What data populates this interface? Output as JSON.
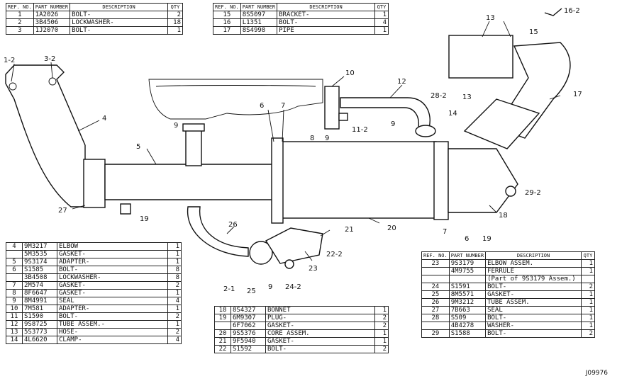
{
  "table_a": {
    "headers": [
      "REF. NO.",
      "PART NUMBER",
      "DESCRIPTION",
      "QTY"
    ],
    "rows": [
      {
        "ref": "1",
        "part": "1A2026",
        "desc": "BOLT-",
        "qty": "2"
      },
      {
        "ref": "2",
        "part": "3B4506",
        "desc": "LOCKWASHER-",
        "qty": "18"
      },
      {
        "ref": "3",
        "part": "1J2070",
        "desc": "BOLT-",
        "qty": "1"
      }
    ]
  },
  "table_b": {
    "headers": [
      "REF. NO.",
      "PART NUMBER",
      "DESCRIPTION",
      "QTY"
    ],
    "rows": [
      {
        "ref": "15",
        "part": "8S5097",
        "desc": "BRACKET-",
        "qty": "1"
      },
      {
        "ref": "16",
        "part": "L1351",
        "desc": "BOLT-",
        "qty": "4"
      },
      {
        "ref": "17",
        "part": "8S4998",
        "desc": "PIPE",
        "qty": "1"
      }
    ]
  },
  "table_c": {
    "rows": [
      {
        "ref": "4",
        "part": "9M3217",
        "desc": "ELBOW",
        "qty": "1"
      },
      {
        "ref": "",
        "part": "5M3535",
        "desc": "GASKET-",
        "qty": "1"
      },
      {
        "ref": "5",
        "part": "9S3174",
        "desc": "ADAPTER-",
        "qty": "1"
      },
      {
        "ref": "6",
        "part": "S1585",
        "desc": "BOLT-",
        "qty": "8"
      },
      {
        "ref": "",
        "part": "3B4508",
        "desc": "LOCKWASHER-",
        "qty": "8"
      },
      {
        "ref": "7",
        "part": "2M574",
        "desc": "GASKET-",
        "qty": "2"
      },
      {
        "ref": "8",
        "part": "8F6647",
        "desc": "GASKET-",
        "qty": "1"
      },
      {
        "ref": "9",
        "part": "8M4991",
        "desc": "SEAL",
        "qty": "4"
      },
      {
        "ref": "10",
        "part": "7M581",
        "desc": "ADAPTER-",
        "qty": "1"
      },
      {
        "ref": "11",
        "part": "S1590",
        "desc": "BOLT-",
        "qty": "2"
      },
      {
        "ref": "12",
        "part": "9S8725",
        "desc": "TUBE ASSEM.-",
        "qty": "1"
      },
      {
        "ref": "13",
        "part": "5S3773",
        "desc": "HOSE-",
        "qty": "2"
      },
      {
        "ref": "14",
        "part": "4L6620",
        "desc": "CLAMP-",
        "qty": "4"
      }
    ]
  },
  "table_d": {
    "rows": [
      {
        "ref": "18",
        "part": "8S4327",
        "desc": "BONNET",
        "qty": "1"
      },
      {
        "ref": "19",
        "part": "6M9307",
        "desc": "PLUG-",
        "qty": "2"
      },
      {
        "ref": "",
        "part": "6F7062",
        "desc": "GASKET-",
        "qty": "2"
      },
      {
        "ref": "20",
        "part": "9S5376",
        "desc": "CORE ASSEM.",
        "qty": "1"
      },
      {
        "ref": "21",
        "part": "9F5940",
        "desc": "GASKET-",
        "qty": "1"
      },
      {
        "ref": "22",
        "part": "S1592",
        "desc": "BOLT-",
        "qty": "2"
      }
    ]
  },
  "table_e": {
    "headers": [
      "REF. NO.",
      "PART NUMBER",
      "DESCRIPTION",
      "QTY"
    ],
    "rows": [
      {
        "ref": "23",
        "part": "9S3179",
        "desc": "ELBOW ASSEM.",
        "qty": "1"
      },
      {
        "ref": "",
        "part": "4M9755",
        "desc": "FERRULE",
        "qty": "1"
      },
      {
        "ref": "",
        "part": "",
        "desc": "(Part of 9S3179 Assem.)",
        "qty": ""
      },
      {
        "ref": "24",
        "part": "S1591",
        "desc": "BOLT-",
        "qty": "2"
      },
      {
        "ref": "25",
        "part": "8M5571",
        "desc": "GASKET-",
        "qty": "1"
      },
      {
        "ref": "26",
        "part": "9M3212",
        "desc": "TUBE ASSEM.",
        "qty": "1"
      },
      {
        "ref": "27",
        "part": "7B663",
        "desc": "SEAL",
        "qty": "1"
      },
      {
        "ref": "28",
        "part": "S509",
        "desc": "BOLT-",
        "qty": "1"
      },
      {
        "ref": "",
        "part": "4B4278",
        "desc": "WASHER-",
        "qty": "1"
      },
      {
        "ref": "29",
        "part": "S1588",
        "desc": "BOLT-",
        "qty": "2"
      }
    ]
  },
  "callouts": [
    "1-2",
    "3-2",
    "4",
    "5",
    "6",
    "7",
    "8",
    "9",
    "9",
    "9",
    "9",
    "10",
    "11-2",
    "12",
    "13",
    "13",
    "14",
    "15",
    "16-2",
    "17",
    "18",
    "19",
    "19",
    "20",
    "21",
    "22-2",
    "23",
    "24-2",
    "25",
    "26",
    "27",
    "28-2",
    "29-2",
    "2-1",
    "6",
    "7"
  ],
  "reference_id": "J09976"
}
